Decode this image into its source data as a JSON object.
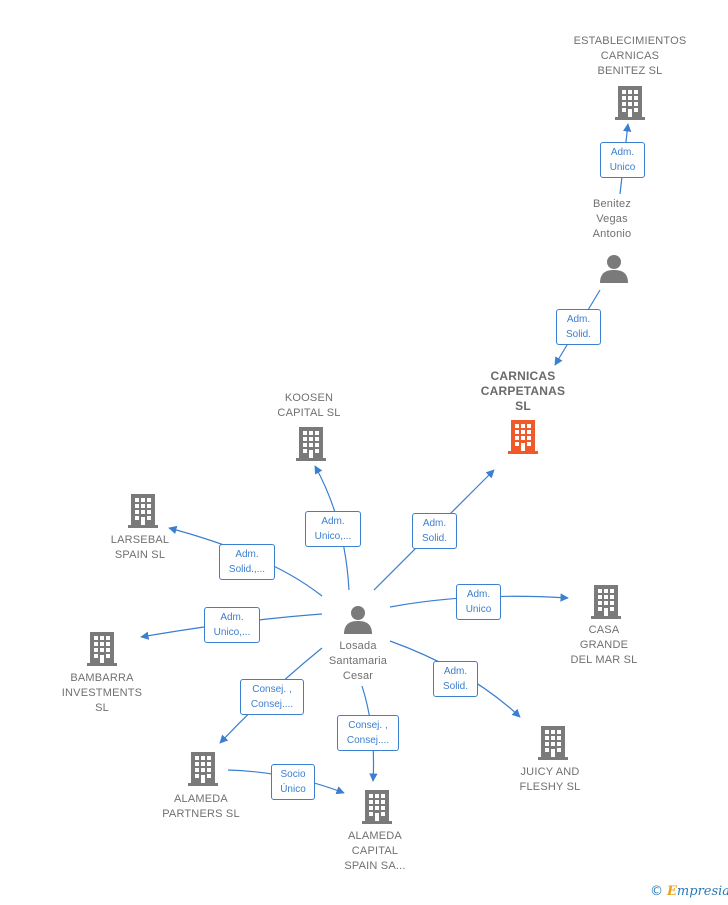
{
  "colors": {
    "edge": "#3a7fd0",
    "node": "#7a7a7a",
    "highlight": "#f05a2a"
  },
  "nodes": {
    "establecimientos": {
      "label": "ESTABLECIMIENTOS\nCARNICAS\nBENITEZ SL",
      "icon": "building-icon"
    },
    "benitez": {
      "label": "Benitez\nVegas\nAntonio",
      "icon": "person-icon"
    },
    "carnicas": {
      "label": "CARNICAS\nCARPETANAS\nSL",
      "icon": "building-icon"
    },
    "koosen": {
      "label": "KOOSEN\nCAPITAL  SL",
      "icon": "building-icon"
    },
    "larsebal": {
      "label": "LARSEBAL\nSPAIN  SL",
      "icon": "building-icon"
    },
    "casa_grande": {
      "label": "CASA\nGRANDE\nDEL MAR  SL",
      "icon": "building-icon"
    },
    "bambarra": {
      "label": "BAMBARRA\nINVESTMENTS\nSL",
      "icon": "building-icon"
    },
    "losada": {
      "label": "Losada\nSantamaria\nCesar",
      "icon": "person-icon"
    },
    "juicy": {
      "label": "JUICY AND\nFLESHY  SL",
      "icon": "building-icon"
    },
    "alameda_partners": {
      "label": "ALAMEDA\nPARTNERS  SL",
      "icon": "building-icon"
    },
    "alameda_capital": {
      "label": "ALAMEDA\nCAPITAL\nSPAIN SA...",
      "icon": "building-icon"
    }
  },
  "edges": {
    "benitez_establecimientos": "Adm.\nUnico",
    "benitez_carnicas": "Adm.\nSolid.",
    "losada_koosen": "Adm.\nUnico,...",
    "losada_carnicas": "Adm.\nSolid.",
    "losada_larsebal": "Adm.\nSolid.,...",
    "losada_casa_grande": "Adm.\nUnico",
    "losada_bambarra": "Adm.\nUnico,...",
    "losada_juicy": "Adm.\nSolid.",
    "losada_alameda_partners": "Consej. ,\nConsej....",
    "losada_alameda_capital": "Consej. ,\nConsej....",
    "partners_alameda_capital": "Socio\nÚnico"
  },
  "footer": {
    "copyright_symbol": "©",
    "brand_initial": "E",
    "brand_rest": "mpresia"
  }
}
